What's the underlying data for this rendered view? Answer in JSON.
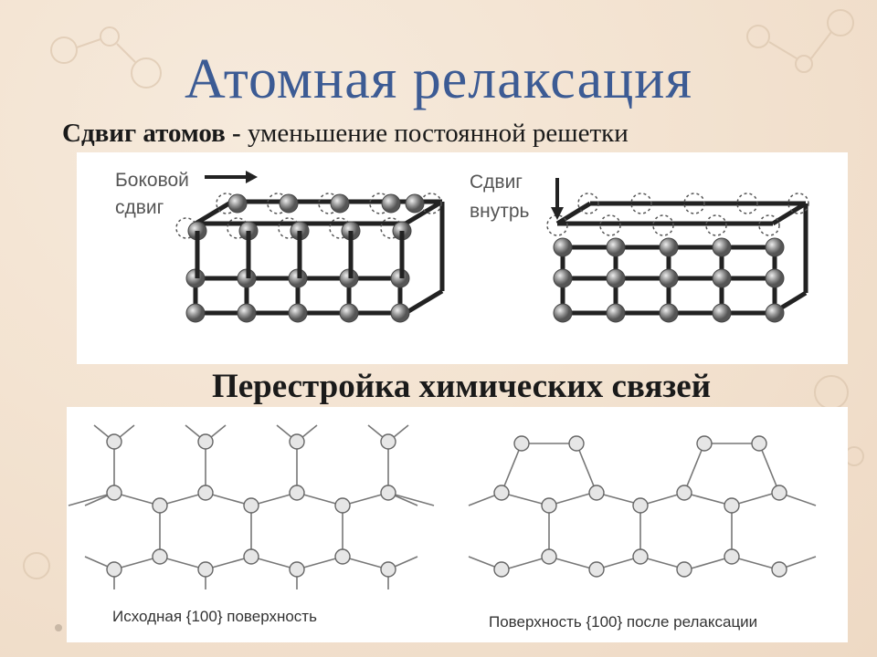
{
  "slide": {
    "title": "Атомная релаксация",
    "subtitle_bold": "Сдвиг атомов -",
    "subtitle_rest": " уменьшение постоянной решетки",
    "heading2": "Перестройка химических связей"
  },
  "diagram_top": {
    "left_label_line1": "Боковой",
    "left_label_line2": "сдвиг",
    "right_label_line1": "Сдвиг",
    "right_label_line2": "внутрь"
  },
  "diagram_bottom": {
    "left_caption": "Исходная {100} поверхность",
    "right_caption": "Поверхность {100} после релаксации"
  },
  "colors": {
    "title": "#3c5b94",
    "atom": "#8e8e8e",
    "bond": "#222222",
    "network_atom": "#e6e6e6"
  }
}
